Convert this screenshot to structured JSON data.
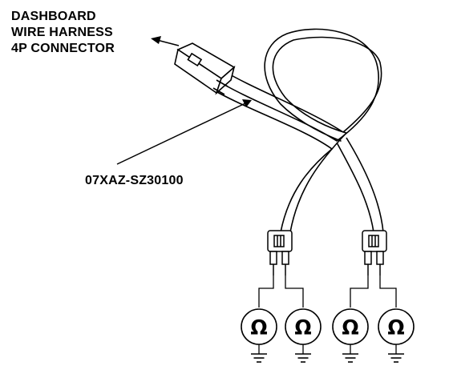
{
  "labels": {
    "connector_line1": "DASHBOARD",
    "connector_line2": "WIRE HARNESS",
    "connector_line3": "4P CONNECTOR",
    "part_number": "07XAZ-SZ30100"
  },
  "meter_symbol": "Ω",
  "meters": [
    {
      "symbol": "Ω"
    },
    {
      "symbol": "Ω"
    },
    {
      "symbol": "Ω"
    },
    {
      "symbol": "Ω"
    }
  ]
}
